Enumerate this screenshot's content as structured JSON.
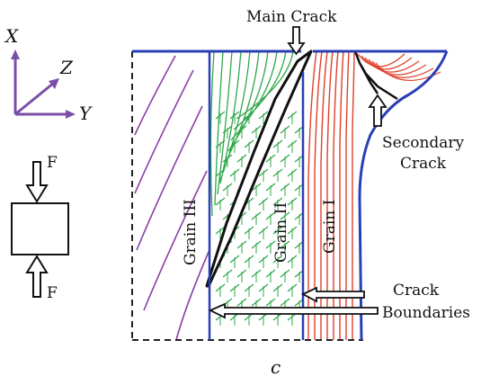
{
  "axes": {
    "x_label": "X",
    "y_label": "Y",
    "z_label": "Z",
    "color": "#7b4fa8"
  },
  "load_diagram": {
    "force_top": "F",
    "force_bottom": "F"
  },
  "grains": [
    {
      "id": "grain-iii",
      "label": "Grain III",
      "color": "#8a3fa8"
    },
    {
      "id": "grain-ii",
      "label": "Grain II",
      "color": "#2fa84a"
    },
    {
      "id": "grain-i",
      "label": "Grain I",
      "color": "#e0402a"
    }
  ],
  "annotations": {
    "main_crack": "Main Crack",
    "secondary_crack_line1": "Secondary",
    "secondary_crack_line2": "Crack",
    "crack_boundaries_line1": "Crack",
    "crack_boundaries_line2": "Boundaries"
  },
  "caption": "c",
  "colors": {
    "boundary_blue": "#2b3fb5",
    "crack_black": "#111111"
  }
}
